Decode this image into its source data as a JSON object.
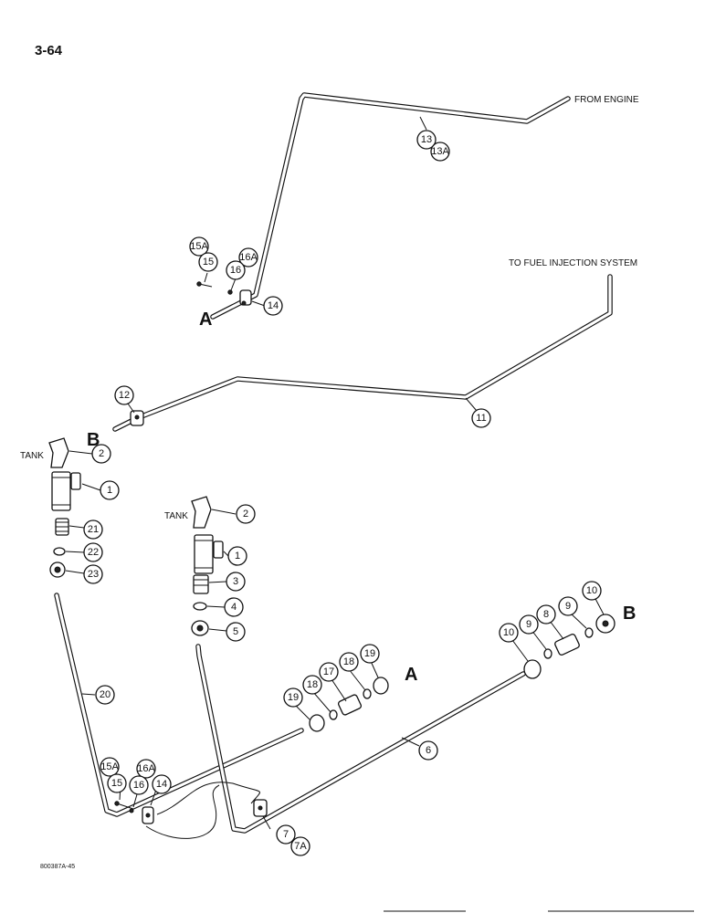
{
  "page_number": "3-64",
  "figure_ref": "800387A-45",
  "labels": {
    "from_engine": "FROM ENGINE",
    "to_fuel_injection": "TO FUEL INJECTION SYSTEM",
    "tank_upper": "TANK",
    "tank_lower": "TANK",
    "a_top": "A",
    "a_mid": "A",
    "b_left": "B",
    "b_right": "B"
  },
  "callouts": [
    {
      "id": "c13",
      "text": "13"
    },
    {
      "id": "c13a",
      "text": "13A"
    },
    {
      "id": "c15a_top",
      "text": "15A"
    },
    {
      "id": "c15_top",
      "text": "15"
    },
    {
      "id": "c16a_top",
      "text": "16A"
    },
    {
      "id": "c16_top",
      "text": "16"
    },
    {
      "id": "c14_top",
      "text": "14"
    },
    {
      "id": "c12",
      "text": "12"
    },
    {
      "id": "c11",
      "text": "11"
    },
    {
      "id": "c2_left",
      "text": "2"
    },
    {
      "id": "c1_left",
      "text": "1"
    },
    {
      "id": "c21",
      "text": "21"
    },
    {
      "id": "c22",
      "text": "22"
    },
    {
      "id": "c23",
      "text": "23"
    },
    {
      "id": "c2_mid",
      "text": "2"
    },
    {
      "id": "c1_mid",
      "text": "1"
    },
    {
      "id": "c3",
      "text": "3"
    },
    {
      "id": "c4",
      "text": "4"
    },
    {
      "id": "c5",
      "text": "5"
    },
    {
      "id": "c20",
      "text": "20"
    },
    {
      "id": "c19_upper",
      "text": "19"
    },
    {
      "id": "c18_upper",
      "text": "18"
    },
    {
      "id": "c17",
      "text": "17"
    },
    {
      "id": "c19_lower",
      "text": "19"
    },
    {
      "id": "c18_lower",
      "text": "18"
    },
    {
      "id": "c10_left",
      "text": "10"
    },
    {
      "id": "c9_left",
      "text": "9"
    },
    {
      "id": "c8",
      "text": "8"
    },
    {
      "id": "c9_right",
      "text": "9"
    },
    {
      "id": "c10_right",
      "text": "10"
    },
    {
      "id": "c6",
      "text": "6"
    },
    {
      "id": "c15a_bot",
      "text": "15A"
    },
    {
      "id": "c16a_bot",
      "text": "16A"
    },
    {
      "id": "c15_bot",
      "text": "15"
    },
    {
      "id": "c16_bot",
      "text": "16"
    },
    {
      "id": "c14_bot",
      "text": "14"
    },
    {
      "id": "c7",
      "text": "7"
    },
    {
      "id": "c7a",
      "text": "7A"
    }
  ]
}
